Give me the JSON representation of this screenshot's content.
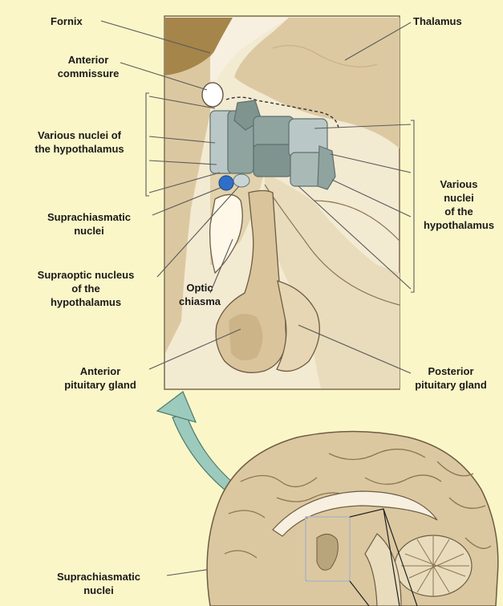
{
  "labels": {
    "fornix": "Fornix",
    "thalamus": "Thalamus",
    "anterior_commissure": "Anterior\ncommissure",
    "various_nuclei_left": "Various nuclei of\nthe hypothalamus",
    "various_nuclei_right": "Various\nnuclei\nof the\nhypothalamus",
    "suprachiasmatic_top": "Suprachiasmatic\nnuclei",
    "supraoptic": "Supraoptic nucleus\nof the\nhypothalamus",
    "optic_chiasma": "Optic\nchiasma",
    "anterior_pituitary": "Anterior\npituitary gland",
    "posterior_pituitary": "Posterior\npituitary gland",
    "suprachiasmatic_bottom": "Suprachiasmatic\nnuclei"
  },
  "colors": {
    "background": "#fbf6c8",
    "panel": "#f4ecd4",
    "tissue": "#d8c39a",
    "tissue_dark": "#a7834a",
    "nuclei": "#8fa39f",
    "nuclei_light": "#b9c8c6",
    "scn_blue": "#2f6fc8",
    "arrow": "#8fc3b5"
  }
}
